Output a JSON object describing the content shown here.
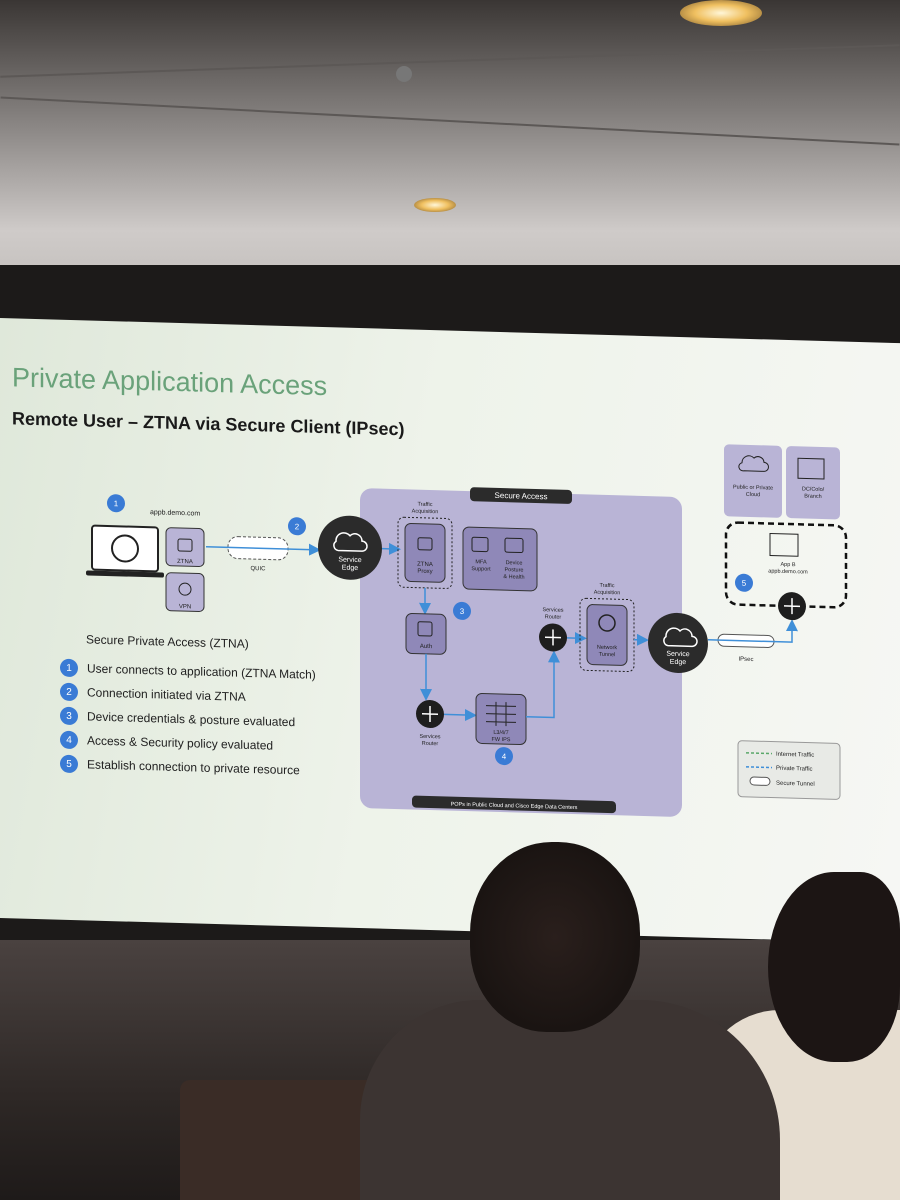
{
  "slide": {
    "title": "Private Application Access",
    "subtitle": "Remote User – ZTNA via Secure Client (IPsec)"
  },
  "diagram": {
    "client_url": "appb.demo.com",
    "ztna_label": "ZTNA",
    "vpn_label": "VPN",
    "quic_label": "QUIC",
    "service_edge_label_1": "Service",
    "service_edge_label_2": "Edge",
    "secure_access_label": "Secure Access",
    "traffic_acq_1": "Traffic",
    "traffic_acq_2": "Acquisition",
    "ztna_proxy_1": "ZTNA",
    "ztna_proxy_2": "Proxy",
    "mfa_1": "MFA",
    "mfa_2": "Support",
    "posture_1": "Device",
    "posture_2": "Posture",
    "posture_3": "& Health",
    "auth_label": "Auth",
    "services_router_1": "Services",
    "services_router_2": "Router",
    "fw_1": "L3/4/7",
    "fw_2": "FW IPS",
    "network_tunnel_1": "Network",
    "network_tunnel_2": "Tunnel",
    "ipsec_label": "IPsec",
    "cloud_1": "Public or Private",
    "cloud_2": "Cloud",
    "dc_1": "DC/Colo/",
    "dc_2": "Branch",
    "appb_1": "App B",
    "appb_2": "appb.demo.com",
    "pops_label": "POPs in Public Cloud and Cisco Edge Data Centers",
    "markers": [
      "1",
      "2",
      "3",
      "4",
      "5"
    ],
    "legend": {
      "internet": "Internet Traffic",
      "private": "Private Traffic",
      "tunnel": "Secure Tunnel"
    },
    "colors": {
      "marker": "#3a7bd5",
      "panel": "#b9b4d6",
      "dark_node": "#2b2b2b",
      "arrow": "#3f8fd8"
    }
  },
  "steps": {
    "heading": "Secure Private Access (ZTNA)",
    "items": [
      {
        "num": "1",
        "text": "User connects to application (ZTNA Match)"
      },
      {
        "num": "2",
        "text": "Connection initiated via ZTNA"
      },
      {
        "num": "3",
        "text": "Device credentials & posture evaluated"
      },
      {
        "num": "4",
        "text": "Access & Security policy evaluated"
      },
      {
        "num": "5",
        "text": "Establish connection to private resource"
      }
    ]
  }
}
